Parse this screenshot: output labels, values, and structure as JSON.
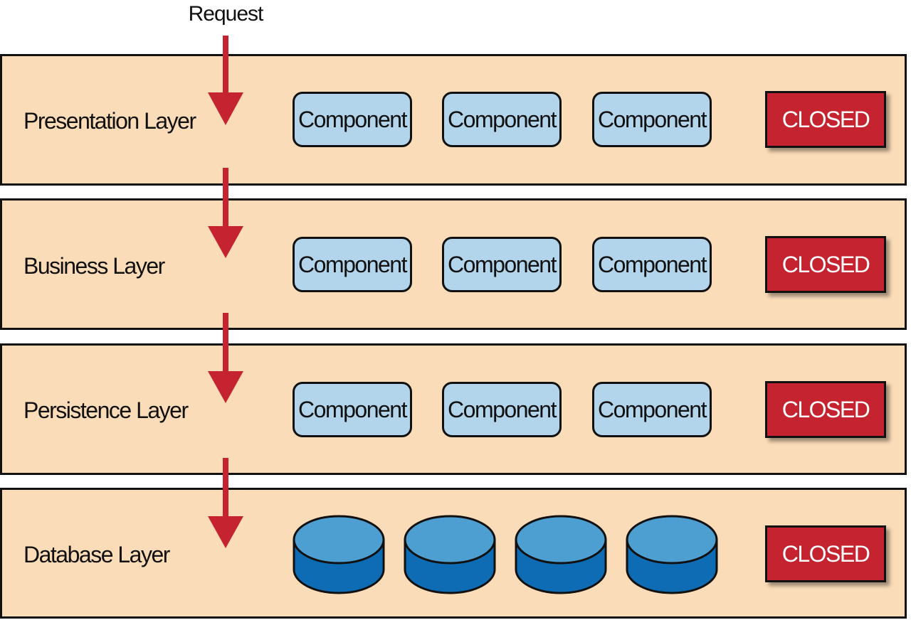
{
  "request_label": "Request",
  "component_label": "Component",
  "closed_label": "CLOSED",
  "layers": [
    {
      "name": "Presentation Layer"
    },
    {
      "name": "Business Layer"
    },
    {
      "name": "Persistence Layer"
    },
    {
      "name": "Database Layer"
    }
  ],
  "colors": {
    "layer_background": "#fbdcb8",
    "component_fill": "#b2d5ec",
    "closed_fill": "#c4232f",
    "arrow": "#c4232f",
    "database_top": "#4e9fd1",
    "database_body": "#0e6cb5"
  },
  "icons": {
    "arrow": "arrow-down-icon",
    "database": "database-icon"
  }
}
